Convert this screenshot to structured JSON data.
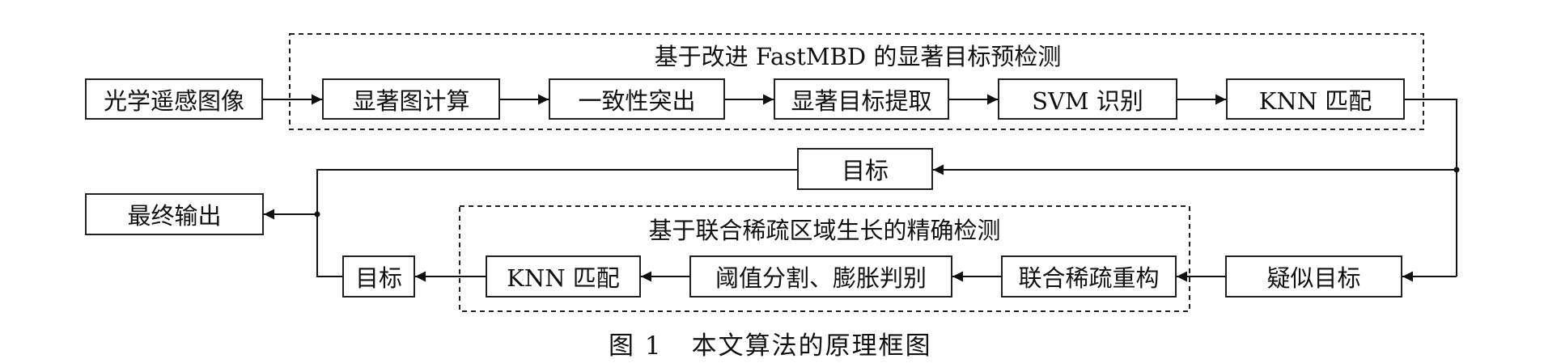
{
  "top_group": {
    "title": "基于改进 FastMBD 的显著目标预检测"
  },
  "bottom_group": {
    "title": "基于联合稀疏区域生长的精确检测"
  },
  "nodes": {
    "input": "光学遥感图像",
    "saliency": "显著图计算",
    "consistency": "一致性突出",
    "extract": "显著目标提取",
    "svm": "SVM 识别",
    "knn_top": "KNN 匹配",
    "target_mid": "目标",
    "output": "最终输出",
    "suspect": "疑似目标",
    "joint": "联合稀疏重构",
    "threshold": "阈值分割、膨胀判别",
    "knn_bottom": "KNN 匹配",
    "target_bottom": "目标"
  },
  "caption": {
    "number": "图 1",
    "text": "本文算法的原理框图"
  }
}
